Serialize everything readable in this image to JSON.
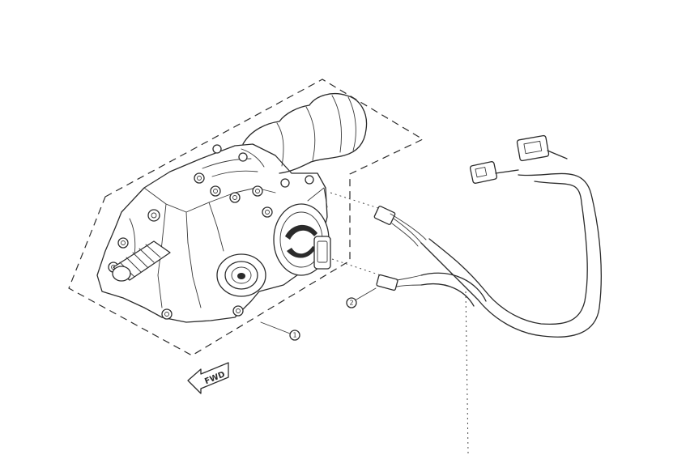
{
  "callouts": [
    {
      "number": "1"
    },
    {
      "number": "2"
    }
  ],
  "direction_marker": {
    "text": "FWD",
    "icon": "arrow-fwd-icon"
  },
  "colors": {
    "line": "#2b2b2b",
    "background": "#ffffff"
  }
}
